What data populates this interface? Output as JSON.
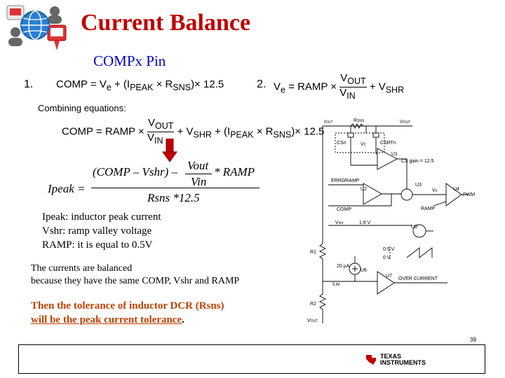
{
  "slide": {
    "title": "Current Balance",
    "subtitle": "COMPx Pin",
    "eq1_number": "1.",
    "eq1_lhs": "COMP = V",
    "eq1_sub_e": "e",
    "eq1_rhs": "+ (I",
    "eq1_sub_peak": "PEAK",
    "eq1_times": "× R",
    "eq1_sub_sns": "SNS",
    "eq1_tail": ")× 12.5",
    "eq2_number": "2.",
    "eq2_lhs": "V",
    "eq2_sub_e": "e",
    "eq2_eq": "= RAMP ×",
    "eq2_num": "V",
    "eq2_num_sub": "OUT",
    "eq2_den": "V",
    "eq2_den_sub": "IN",
    "eq2_tail": "+ V",
    "eq2_tail_sub": "SHR",
    "combining_label": "Combining equations:",
    "comb_lhs": "COMP = RAMP ×",
    "comb_num": "V",
    "comb_num_sub": "OUT",
    "comb_den": "V",
    "comb_den_sub": "IN",
    "comb_mid": "+ V",
    "comb_mid_sub": "SHR",
    "comb_rhs": "+ (I",
    "comb_rhs_sub": "PEAK",
    "comb_times": "× R",
    "comb_times_sub": "SNS",
    "comb_tail": ")× 12.5",
    "ipeak_lhs": "Ipeak =",
    "ipeak_num_a": "(COMP – Vshr) –",
    "ipeak_vout": "Vout",
    "ipeak_vin": "Vin",
    "ipeak_ramp": "* RAMP",
    "ipeak_den": "Rsns *12.5",
    "notes": [
      "Ipeak: inductor peak current",
      "Vshr: ramp valley voltage",
      "RAMP: it is equal to 0.5V"
    ],
    "balanced_lines": [
      "The currents are balanced",
      "because they have the same COMP, Vshr and RAMP"
    ],
    "tolerance_lines": [
      "Then the tolerance of inductor DCR (Rsns)",
      "will be the peak current tolerance"
    ],
    "tolerance_period": ".",
    "page_number": "39",
    "ti_logo_line1": "TEXAS",
    "ti_logo_line2": "INSTRUMENTS",
    "arrow_color": "#c00000",
    "title_color": "#c00000",
    "subtitle_color": "#0000cc"
  },
  "schematic": {
    "iout": "I",
    "iout_sub": "OUT",
    "rsns": "R",
    "rsns_sub": "SNS",
    "vout_top": "V",
    "vout_top_sub": "OUT",
    "vc": "V",
    "vc_sub": "C",
    "csn": "CSn",
    "csrtn": "CSRTn",
    "u1": "U1",
    "cs_gain": "CS gain = 12.5",
    "erroramp": "ERRORAMP",
    "u2": "U2",
    "u3": "U3",
    "ve": "V",
    "ve_sub": "e",
    "u4": "U4",
    "pwm": "PWM",
    "comp": "COMP",
    "ramp": "RAMP",
    "vshr": "V",
    "vshr_sub": "shr",
    "v18": "1.8 V",
    "u5": "U5",
    "r1": "R1",
    "v05": "0.5 V",
    "v0": "0 V",
    "i20ua": "20 μA",
    "u6": "U6",
    "u7": "U7",
    "over_current": "OVER CURRENT",
    "ilim": "I",
    "ilim_sub": "LIM",
    "r2": "R2",
    "vout_bot": "V",
    "vout_bot_sub": "OUT"
  }
}
